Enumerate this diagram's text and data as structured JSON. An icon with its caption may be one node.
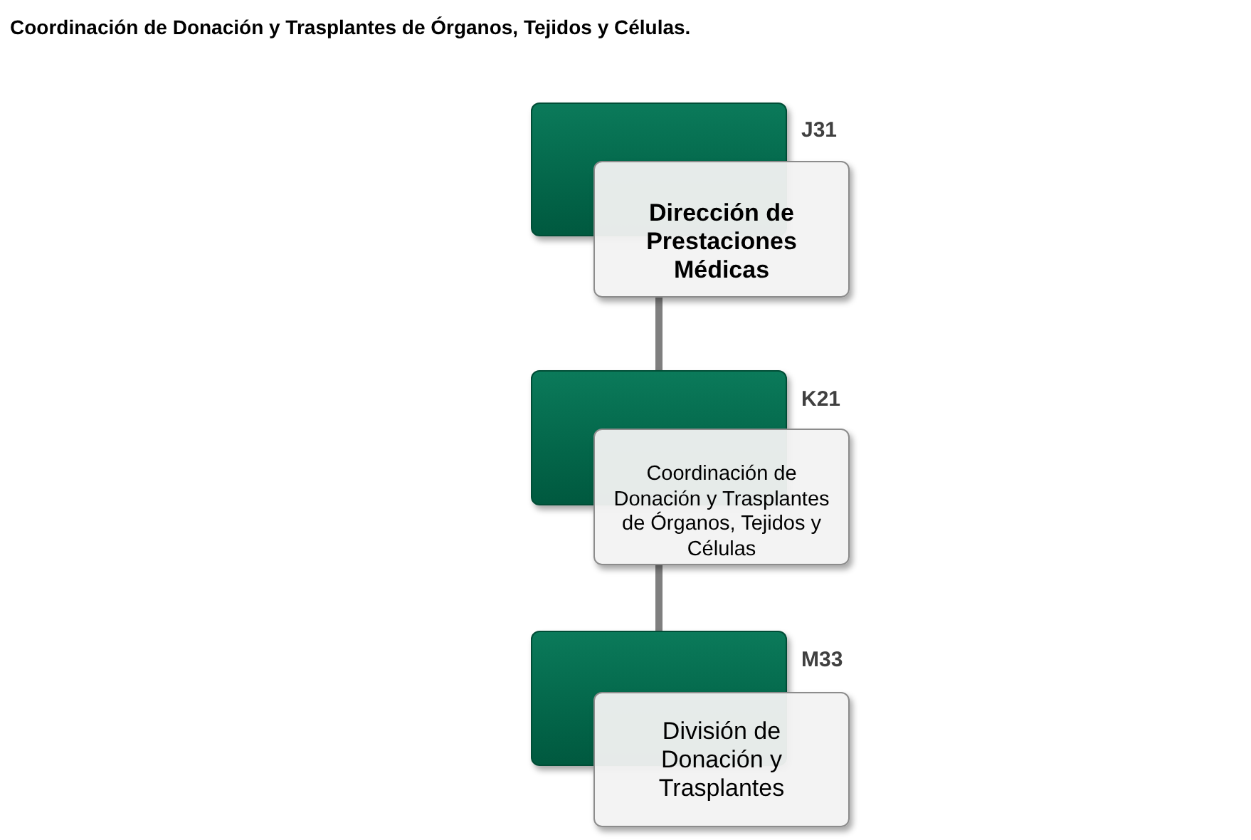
{
  "diagram": {
    "title": "Coordinación de Donación y Trasplantes de Órganos, Tejidos y Células.",
    "nodes": [
      {
        "text": [],
        "shape": "box"
      },
      {
        "text": [
          "Dirección de Prestaciones Médicas"
        ]
      },
      {
        "text": [],
        "shape": "box"
      },
      {
        "text": [
          "Coordinación de Donación y Trasplantes de Órganos, Tejidos y Células"
        ]
      },
      {
        "text": [],
        "shape": "box"
      },
      {
        "text": [
          "División de Donación y Trasplantes"
        ]
      }
    ],
    "edges": [
      {
        "from": 1,
        "to": 2,
        "arrow": "none"
      },
      {
        "from": 3,
        "to": 4,
        "arrow": "none"
      }
    ],
    "labels": [
      "J31",
      "K21",
      "M33"
    ]
  }
}
